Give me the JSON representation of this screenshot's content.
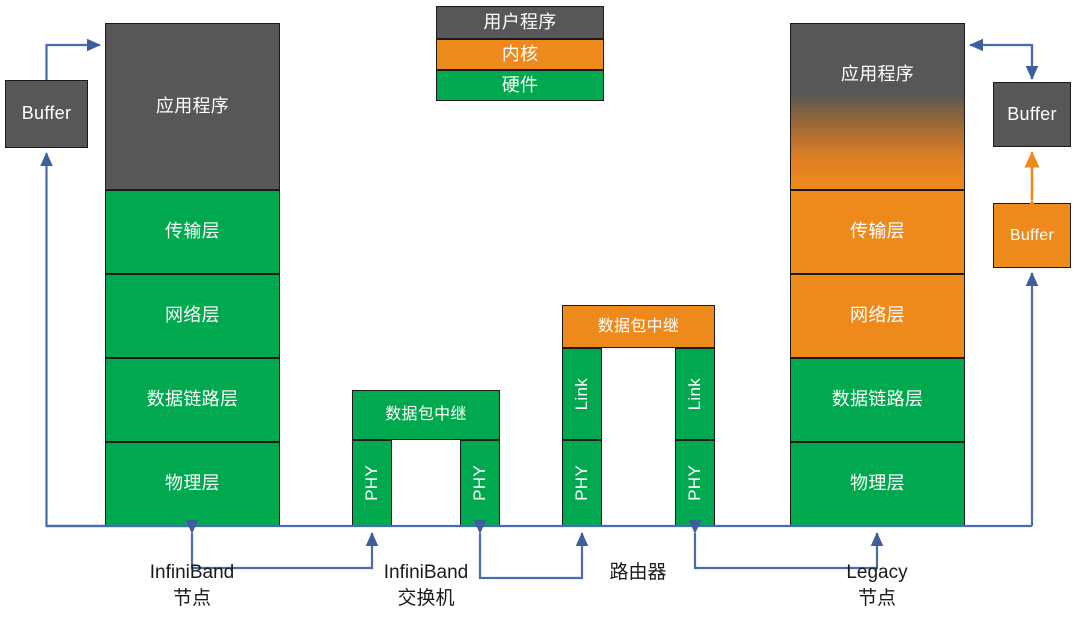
{
  "diagram": {
    "title": "InfiniBand vs Legacy network stack comparison",
    "colors": {
      "user_program": "#575757",
      "kernel": "#EE8A1B",
      "hardware": "#00A94F",
      "arrow": "#4A6BB0",
      "arrow_kernel": "#EE8A1B",
      "border": "#1a1a1a"
    }
  },
  "legend": {
    "items": [
      {
        "label": "用户程序",
        "color": "#575757"
      },
      {
        "label": "内核",
        "color": "#EE8A1B"
      },
      {
        "label": "硬件",
        "color": "#00A94F"
      }
    ]
  },
  "ib_node": {
    "caption": "InfiniBand\n节点",
    "buffer_label": "Buffer",
    "layers": [
      {
        "label": "应用程序",
        "zone": "用户程序"
      },
      {
        "label": "传输层",
        "zone": "硬件"
      },
      {
        "label": "网络层",
        "zone": "硬件"
      },
      {
        "label": "数据链路层",
        "zone": "硬件"
      },
      {
        "label": "物理层",
        "zone": "硬件"
      }
    ]
  },
  "ib_switch": {
    "caption": "InfiniBand\n交换机",
    "relay_label": "数据包中继",
    "port_left": "PHY",
    "port_right": "PHY"
  },
  "router": {
    "caption": "路由器",
    "relay_label": "数据包中继",
    "left_ports": [
      "Link",
      "PHY"
    ],
    "right_ports": [
      "Link",
      "PHY"
    ]
  },
  "legacy_node": {
    "caption": "Legacy\n节点",
    "buffer_user_label": "Buffer",
    "buffer_kernel_label": "Buffer",
    "layers": [
      {
        "label": "应用程序",
        "zone": "用户程序"
      },
      {
        "label": "传输层",
        "zone": "内核"
      },
      {
        "label": "网络层",
        "zone": "内核"
      },
      {
        "label": "数据链路层",
        "zone": "硬件"
      },
      {
        "label": "物理层",
        "zone": "硬件"
      }
    ]
  }
}
